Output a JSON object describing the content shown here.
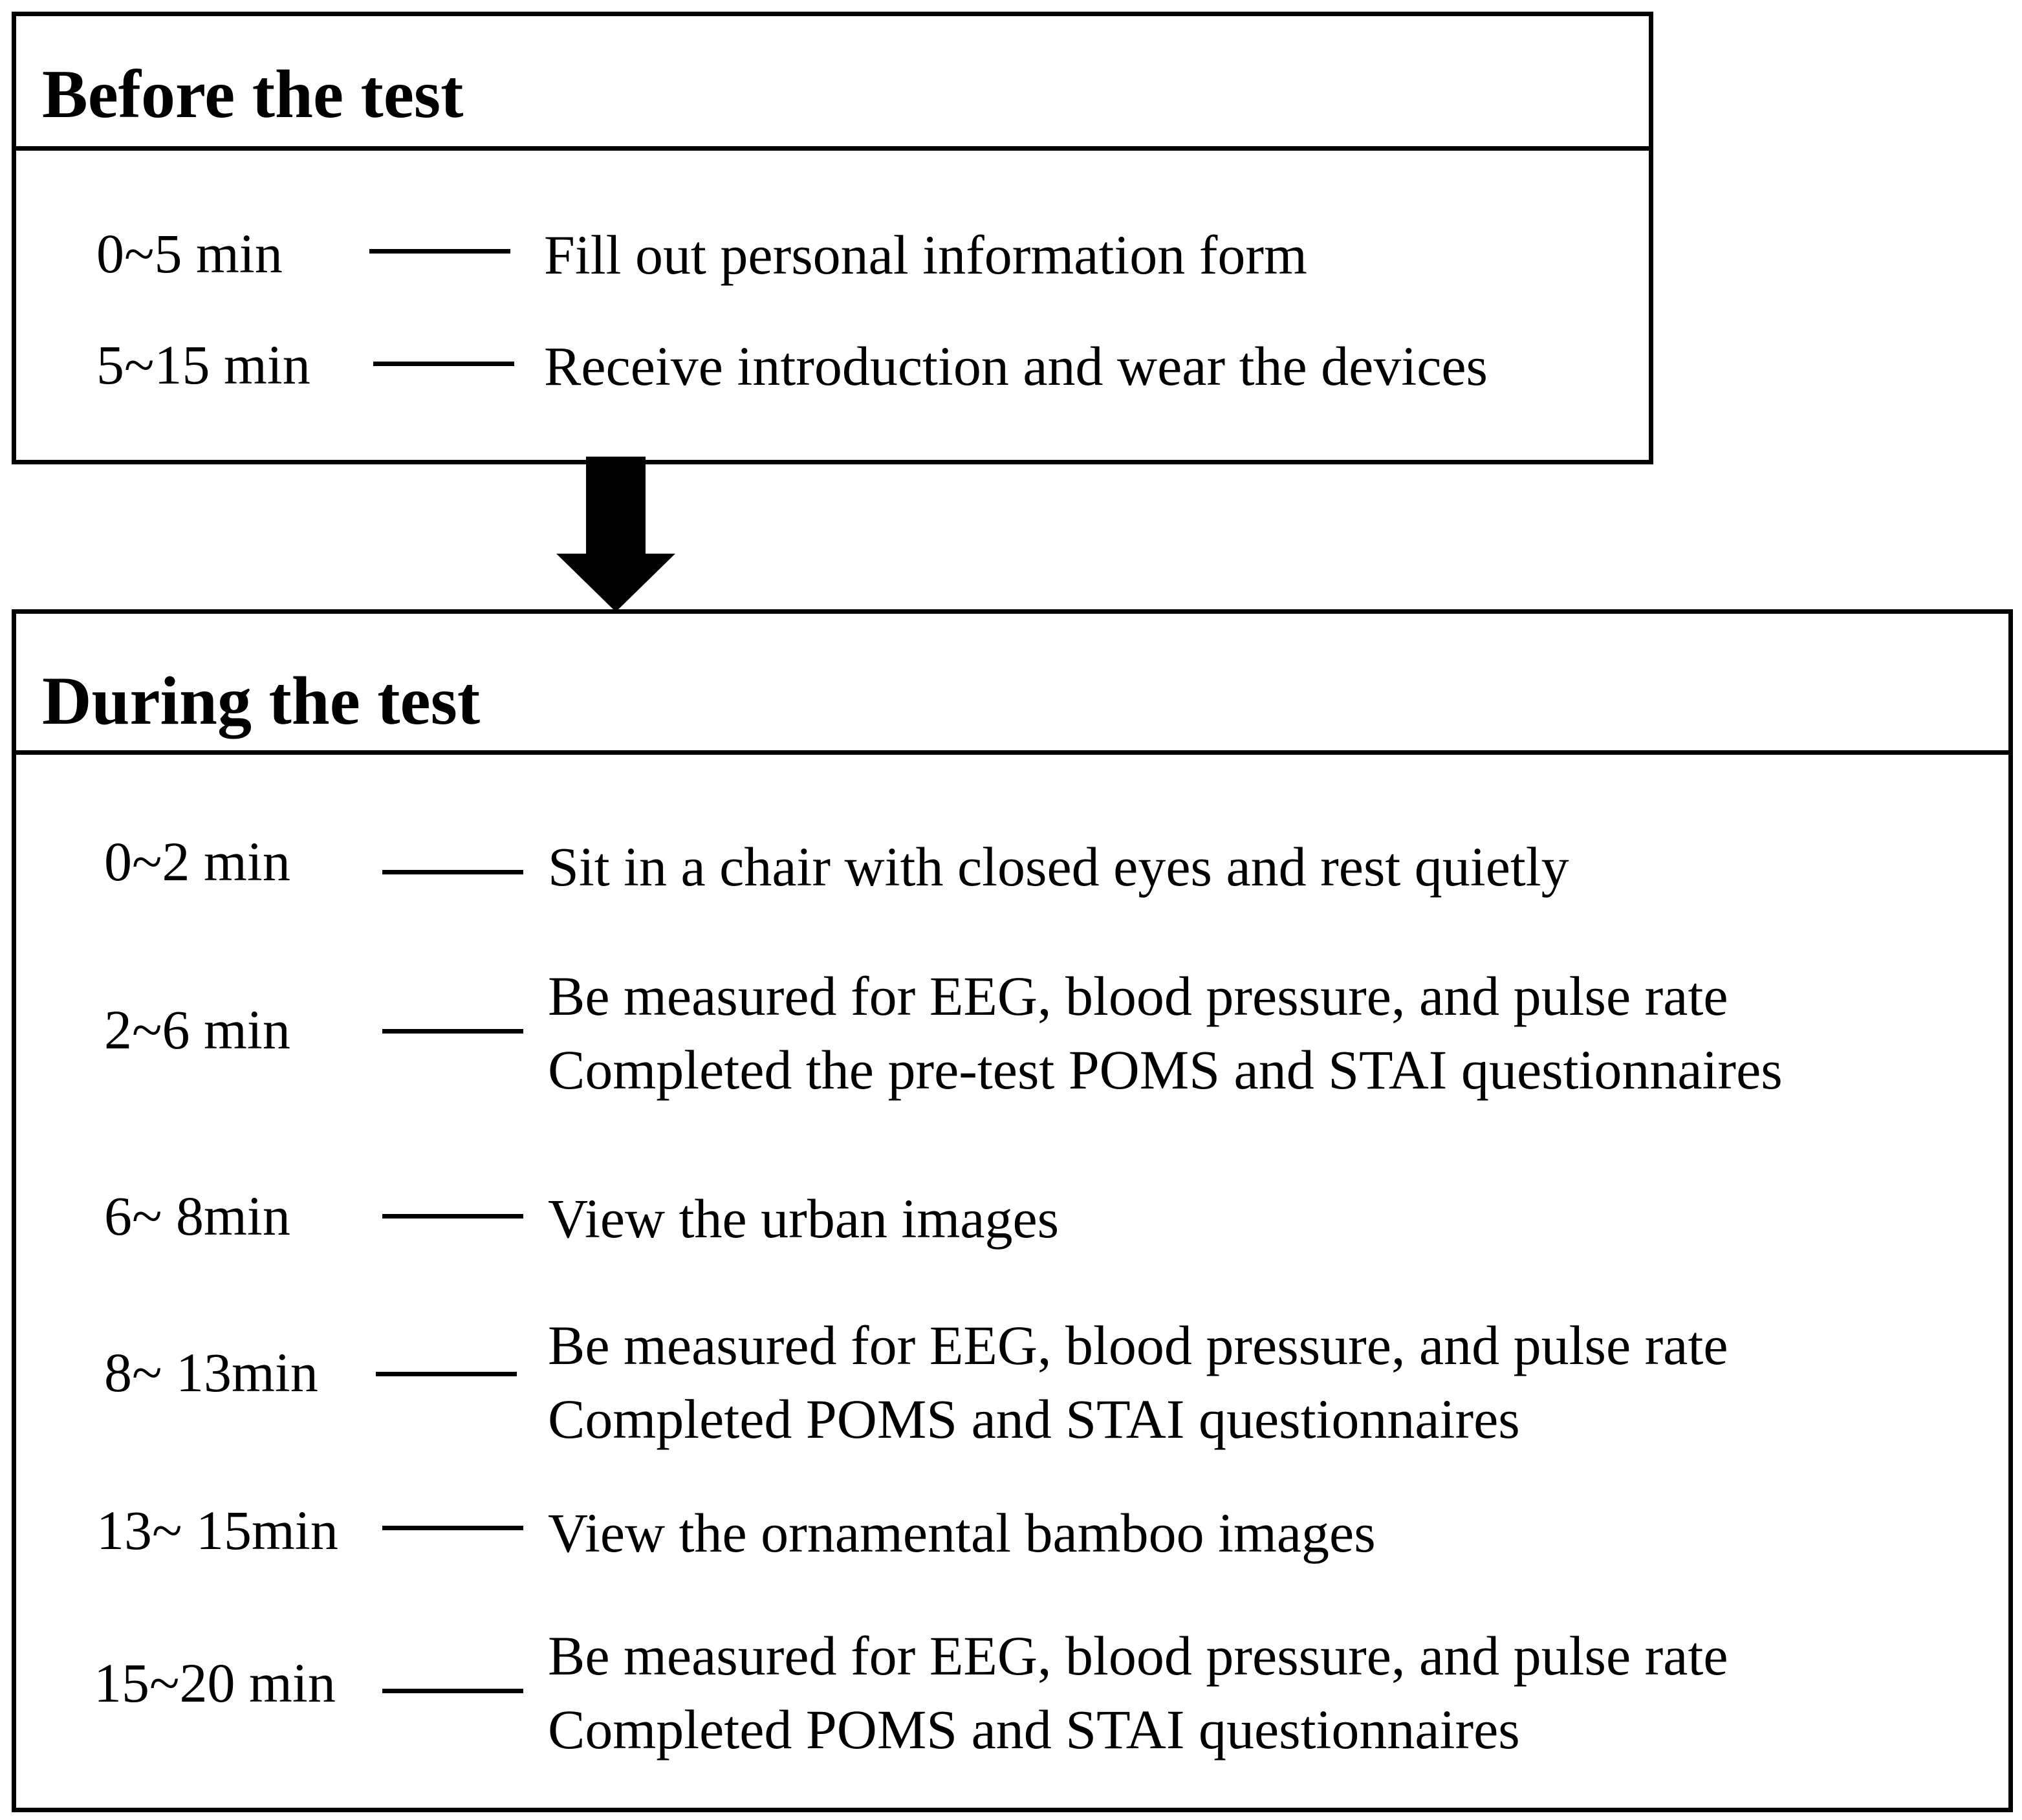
{
  "before": {
    "title": "Before the test",
    "steps": [
      {
        "time": "0~5 min",
        "lines": [
          "Fill out personal information form"
        ]
      },
      {
        "time": "5~15 min",
        "lines": [
          "Receive introduction and wear the devices"
        ]
      }
    ]
  },
  "during": {
    "title": "During the test",
    "steps": [
      {
        "time": "0~2 min",
        "lines": [
          "Sit in a chair with closed eyes and rest quietly"
        ]
      },
      {
        "time": "2~6 min",
        "lines": [
          "Be measured for EEG, blood pressure, and pulse rate",
          "Completed the pre-test POMS and STAI questionnaires"
        ]
      },
      {
        "time": "6~ 8min",
        "lines": [
          "View the urban images"
        ]
      },
      {
        "time": "8~ 13min",
        "lines": [
          "Be measured for EEG, blood pressure, and pulse rate",
          "Completed POMS and STAI questionnaires"
        ]
      },
      {
        "time": "13~ 15min",
        "lines": [
          "View the ornamental bamboo images"
        ]
      },
      {
        "time": "15~20 min",
        "lines": [
          "Be measured for EEG, blood pressure, and pulse rate",
          "Completed POMS and STAI questionnaires"
        ]
      }
    ]
  },
  "arrow_icon": "down-arrow-icon"
}
